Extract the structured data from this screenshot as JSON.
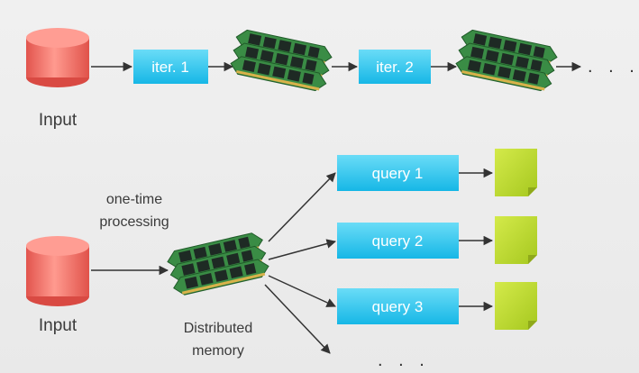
{
  "top": {
    "input_label": "Input",
    "iter1_label": "iter. 1",
    "iter2_label": "iter. 2",
    "ellipsis": ". . ."
  },
  "bottom": {
    "input_label": "Input",
    "processing_line1": "one-time",
    "processing_line2": "processing",
    "memory_line1": "Distributed",
    "memory_line2": "memory",
    "queries": [
      "query 1",
      "query 2",
      "query 3"
    ],
    "ellipsis": ". . ."
  },
  "colors": {
    "input_cylinder": "#f4736b",
    "step_box": "#2ec7f0",
    "result_box": "#bcd92a",
    "memory_board": "#3c8a4a",
    "arrow": "#333333"
  }
}
